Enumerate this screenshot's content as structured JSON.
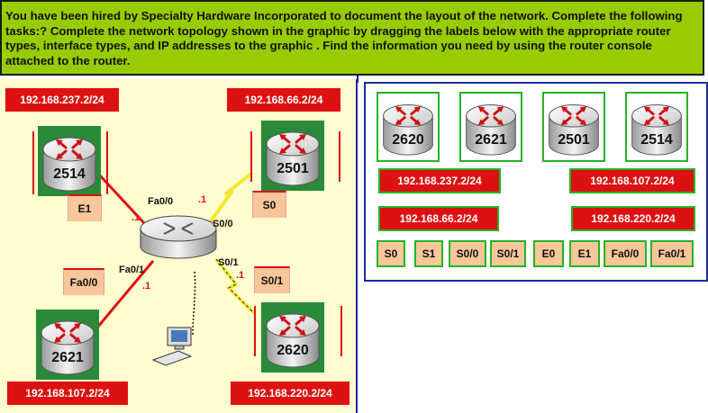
{
  "instructions": "You have been hired by Specialty Hardware Incorporated to document the layout of the network. Complete the following tasks:? Complete the network topology shown in the graphic by dragging the labels below with the appropriate router types, interface types, and IP addresses to the graphic . Find the information you need by using the router console attached to the router.",
  "topology": {
    "routers": {
      "top_left": {
        "name": "2514",
        "ip": "192.168.237.2/24",
        "iface": "E1"
      },
      "top_right": {
        "name": "2501",
        "ip": "192.168.66.2/24",
        "iface": "S0"
      },
      "bottom_left": {
        "name": "2621",
        "ip": "192.168.107.2/24",
        "iface": "Fa0/0"
      },
      "bottom_right": {
        "name": "2620",
        "ip": "192.168.220.2/24",
        "iface": "S0/1"
      }
    },
    "central_ifaces": {
      "fa00": "Fa0/0",
      "s00": "S0/0",
      "fa01": "Fa0/1",
      "s01": "S0/1"
    },
    "dot_one": ".1"
  },
  "bank": {
    "routers": [
      "2620",
      "2621",
      "2501",
      "2514"
    ],
    "ips": [
      "192.168.237.2/24",
      "192.168.107.2/24",
      "192.168.66.2/24",
      "192.168.220.2/24"
    ],
    "interfaces": [
      "S0",
      "S1",
      "S0/0",
      "S0/1",
      "E0",
      "E1",
      "Fa0/0",
      "Fa0/1"
    ]
  },
  "colors": {
    "header_bg": "#99cc00",
    "topology_bg": "#fffccf",
    "label_red": "#dd1111",
    "label_orange": "#f7c69a",
    "border_blue": "#1e2aa0",
    "router_green": "#2a8a3a"
  }
}
